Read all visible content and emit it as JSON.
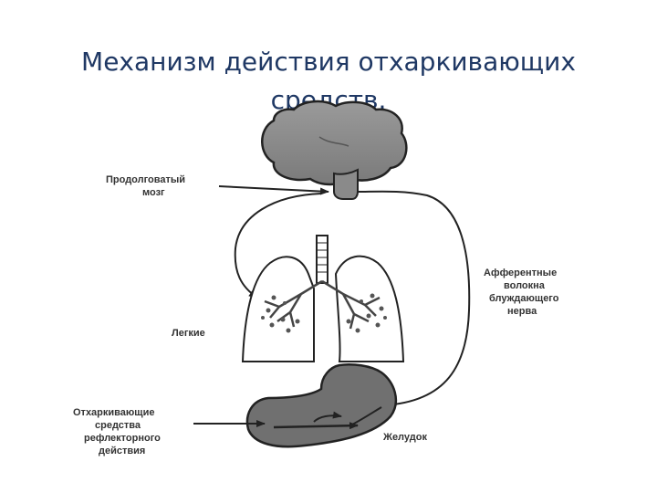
{
  "slide": {
    "title_line1": "Механизм действия отхаркивающих",
    "title_line2": "средств."
  },
  "diagram": {
    "labels": {
      "medulla_line1": "Продолговатый",
      "medulla_line2": "мозг",
      "lungs": "Легкие",
      "afferent_line1": "Афферентные",
      "afferent_line2": "волокна",
      "afferent_line3": "блуждающего",
      "afferent_line4": "нерва",
      "expectorants_line1": "Отхаркивающие",
      "expectorants_line2": "средства",
      "expectorants_line3": "рефлекторного",
      "expectorants_line4": "действия",
      "stomach": "Желудок"
    }
  }
}
